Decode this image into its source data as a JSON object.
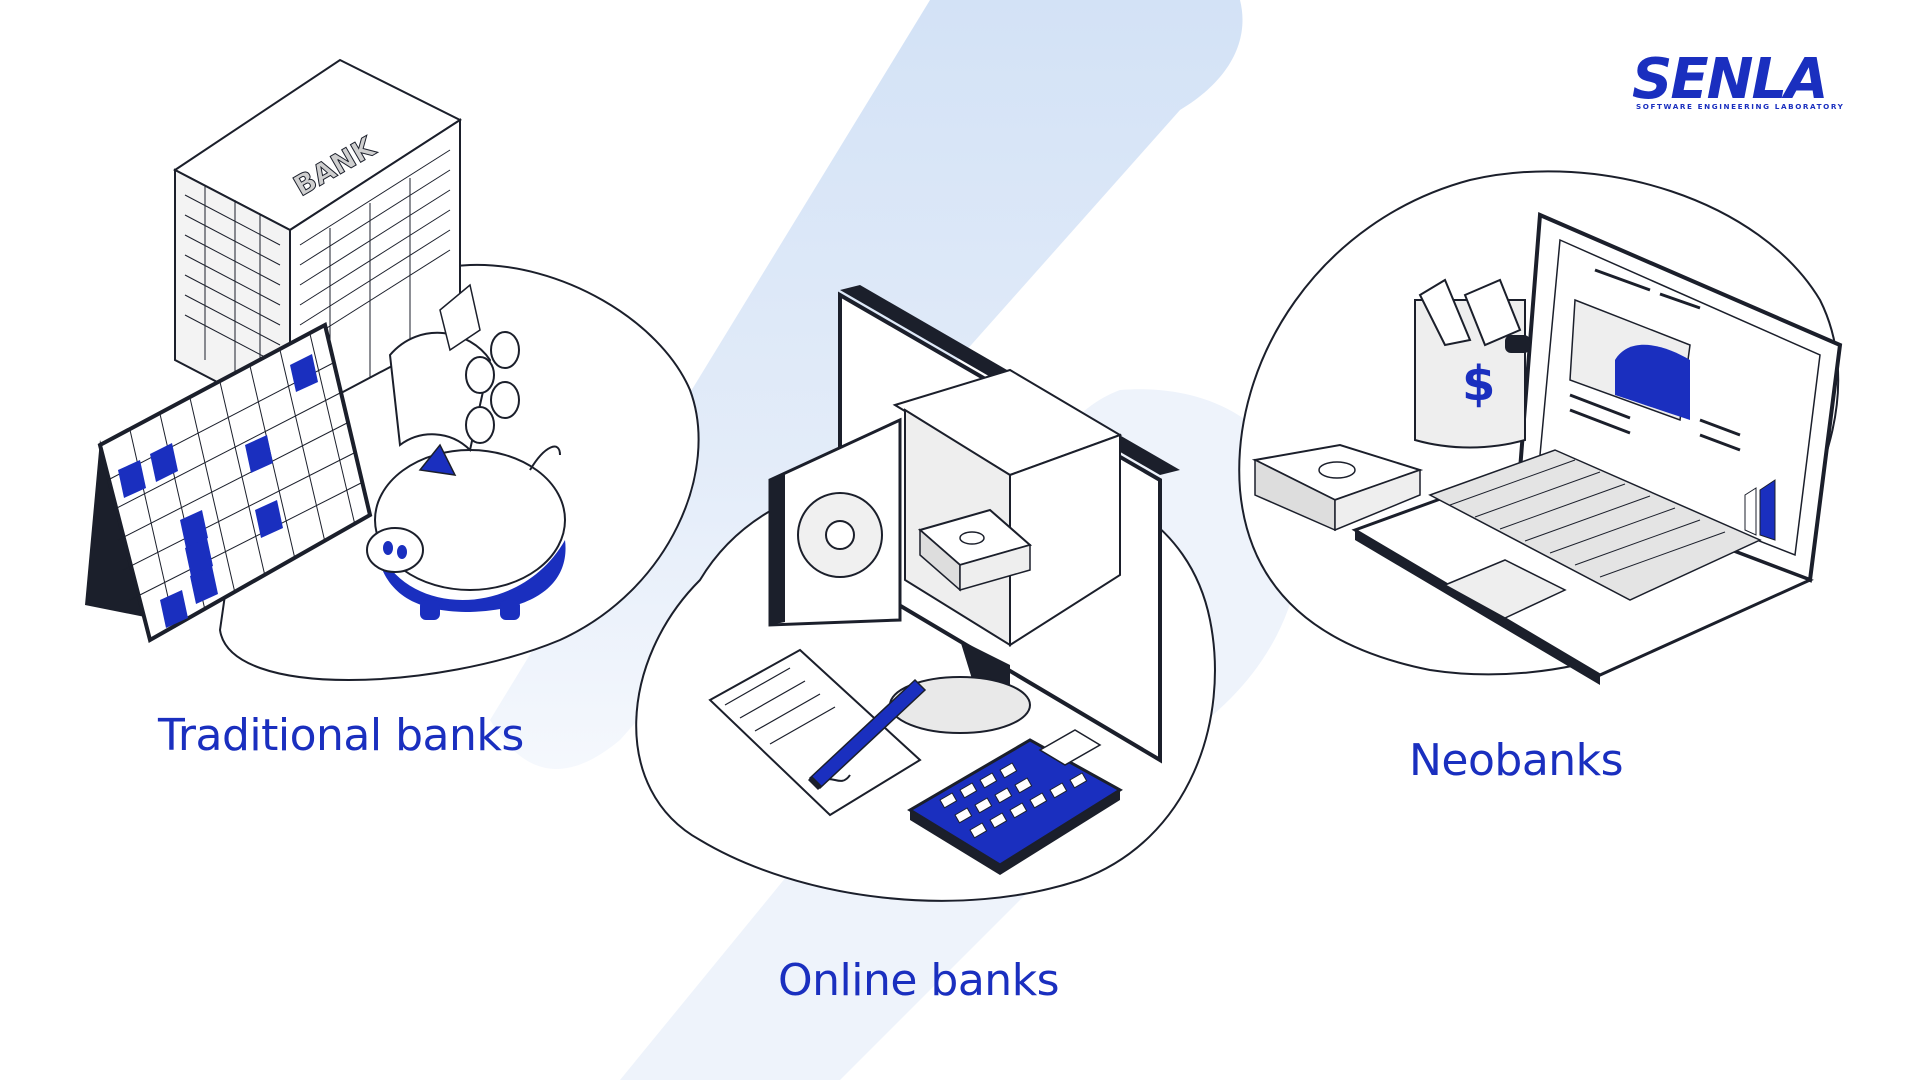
{
  "brand": {
    "name": "SENLA",
    "tagline": "SOFTWARE ENGINEERING LABORATORY",
    "color": "#1a2fbf"
  },
  "illustration_texts": {
    "bank_sign": "BANK",
    "dollar_sign": "$"
  },
  "sections": [
    {
      "id": "traditional",
      "label": "Traditional banks",
      "icon": "bank-building-icon"
    },
    {
      "id": "online",
      "label": "Online banks",
      "icon": "monitor-safe-icon"
    },
    {
      "id": "neo",
      "label": "Neobanks",
      "icon": "laptop-wallet-icon"
    }
  ],
  "colors": {
    "accent": "#1a2fbf",
    "background_band": "#dde8f8",
    "outline": "#1b1f2b"
  }
}
